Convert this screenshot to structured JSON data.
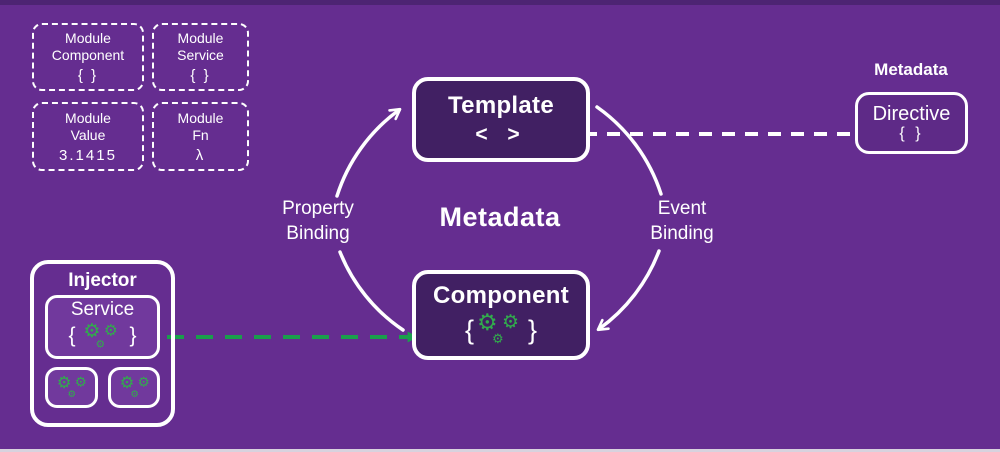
{
  "colors": {
    "background": "#652d90",
    "top_strip": "#4d2473",
    "bottom_strip": "#d8d2de",
    "node_fill_dark": "#412063",
    "node_fill_light": "#71399d",
    "line_white": "#ffffff",
    "green_accent": "#1a9e4c",
    "gear_green": "#31ac4c"
  },
  "modules": [
    {
      "line1": "Module",
      "line2": "Component",
      "line3": "{ }"
    },
    {
      "line1": "Module",
      "line2": "Service",
      "line3": "{ }"
    },
    {
      "line1": "Module",
      "line2": "Value",
      "line3": "3.1415"
    },
    {
      "line1": "Module",
      "line2": "Fn",
      "line3": "λ"
    }
  ],
  "template_box": {
    "title": "Template",
    "glyph": "< >"
  },
  "component_box": {
    "title": "Component",
    "brace_open": "{",
    "brace_close": "}"
  },
  "center": {
    "label": "Metadata"
  },
  "bindings": {
    "property": {
      "line1": "Property",
      "line2": "Binding"
    },
    "event": {
      "line1": "Event",
      "line2": "Binding"
    }
  },
  "metadata_panel": {
    "heading": "Metadata",
    "box_title": "Directive",
    "glyph": "{ }"
  },
  "injector": {
    "title": "Injector",
    "service": {
      "label": "Service",
      "brace_open": "{",
      "brace_close": "}"
    }
  },
  "icons": {
    "gear": "⚙"
  }
}
